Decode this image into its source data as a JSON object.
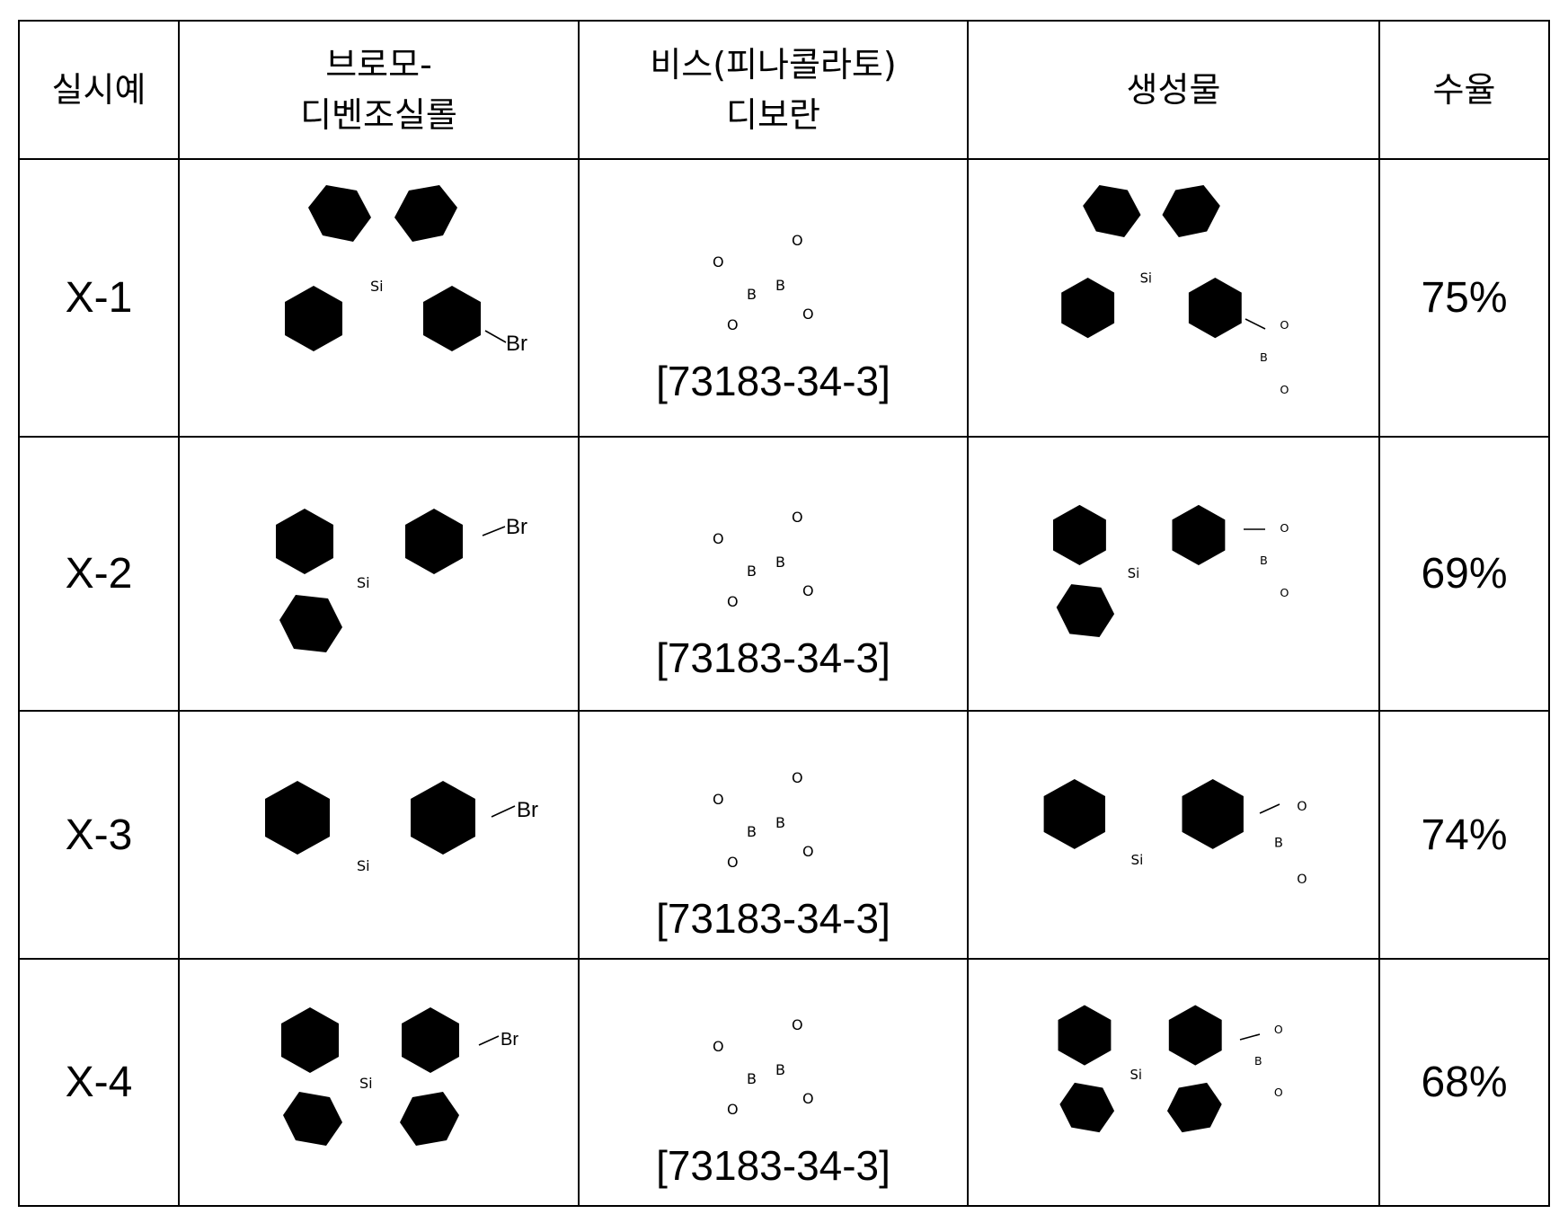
{
  "headers": {
    "example": "실시예",
    "bromo_line1": "브로모-",
    "bromo_line2": "디벤조실롤",
    "reagent_line1": "비스(피나콜라토)",
    "reagent_line2": "디보란",
    "product": "생성물",
    "yield": "수율"
  },
  "atoms": {
    "si": "Si",
    "br": "Br",
    "b": "B",
    "o": "O"
  },
  "rows": [
    {
      "id": "X-1",
      "cas": "[73183-34-3]",
      "yield": "75%"
    },
    {
      "id": "X-2",
      "cas": "[73183-34-3]",
      "yield": "69%"
    },
    {
      "id": "X-3",
      "cas": "[73183-34-3]",
      "yield": "74%"
    },
    {
      "id": "X-4",
      "cas": "[73183-34-3]",
      "yield": "68%"
    }
  ]
}
